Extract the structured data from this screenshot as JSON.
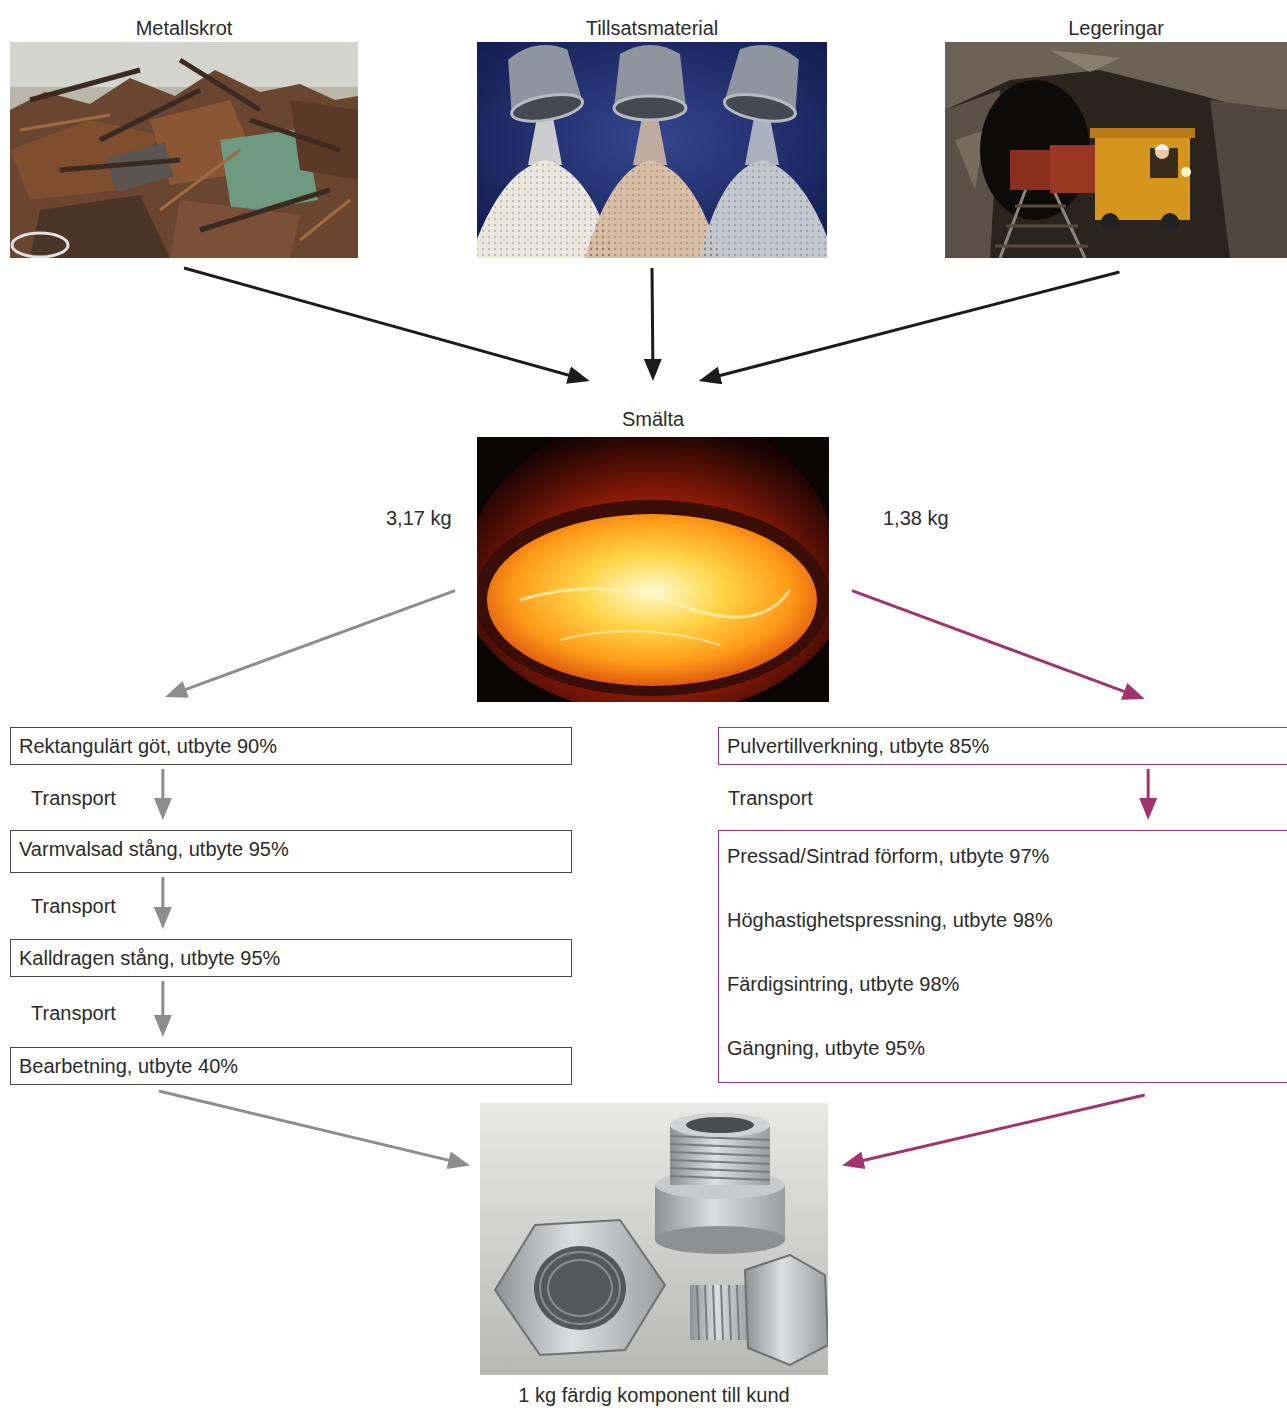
{
  "diagram": {
    "nodes": [
      {
        "text": [
          "Metallskrot"
        ]
      },
      {
        "text": [
          "Tillsatsmaterial"
        ]
      },
      {
        "text": [
          "Legeringar"
        ]
      },
      {
        "text": [
          "Smälta"
        ]
      },
      {
        "text": [
          "Rektangulärt göt, utbyte 90%"
        ]
      },
      {
        "text": [
          "Varmvalsad stång, utbyte 95%"
        ]
      },
      {
        "text": [
          "Kalldragen stång, utbyte 95%"
        ]
      },
      {
        "text": [
          "Bearbetning, utbyte 40%"
        ]
      },
      {
        "text": [
          "Pulvertillverkning, utbyte 85%"
        ]
      },
      {
        "text": [
          "Pressad/Sintrad förform, utbyte 97%",
          "Höghastighetspressning, utbyte 98%",
          "Färdigsintring, utbyte 98%",
          "Gängning, utbyte 95%"
        ]
      },
      {
        "text": [
          "1 kg färdig komponent till kund"
        ]
      }
    ],
    "edges": [
      {
        "from": 0,
        "to": 3,
        "arrow": "to"
      },
      {
        "from": 1,
        "to": 3,
        "arrow": "to"
      },
      {
        "from": 2,
        "to": 3,
        "arrow": "to"
      },
      {
        "from": 3,
        "to": 4,
        "label": "3,17 kg",
        "arrow": "to"
      },
      {
        "from": 3,
        "to": 8,
        "label": "1,38 kg",
        "arrow": "to"
      },
      {
        "from": 4,
        "to": 5,
        "label": "Transport",
        "arrow": "to"
      },
      {
        "from": 5,
        "to": 6,
        "label": "Transport",
        "arrow": "to"
      },
      {
        "from": 6,
        "to": 7,
        "label": "Transport",
        "arrow": "to"
      },
      {
        "from": 8,
        "to": 9,
        "label": "Transport",
        "arrow": "to"
      },
      {
        "from": 7,
        "to": 10,
        "arrow": "to"
      },
      {
        "from": 9,
        "to": 10,
        "arrow": "to"
      }
    ]
  }
}
